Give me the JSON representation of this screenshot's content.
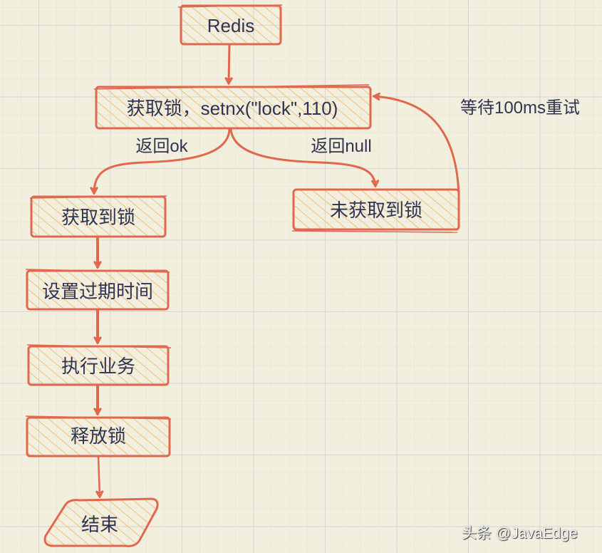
{
  "colors": {
    "stroke": "#e0684d",
    "hatch": "#f2c07a",
    "text": "#2f3451",
    "background": "#f3efdf"
  },
  "nodes": {
    "redis": "Redis",
    "acquire": "获取锁，setnx(\"lock\",110)",
    "got_lock": "获取到锁",
    "set_expire": "设置过期时间",
    "execute": "执行业务",
    "release": "释放锁",
    "not_got_lock": "未获取到锁",
    "end": "结束"
  },
  "edges": {
    "return_ok": "返回ok",
    "return_null": "返回null",
    "retry": "等待100ms重试"
  },
  "watermark": "头条 @JavaEdge"
}
